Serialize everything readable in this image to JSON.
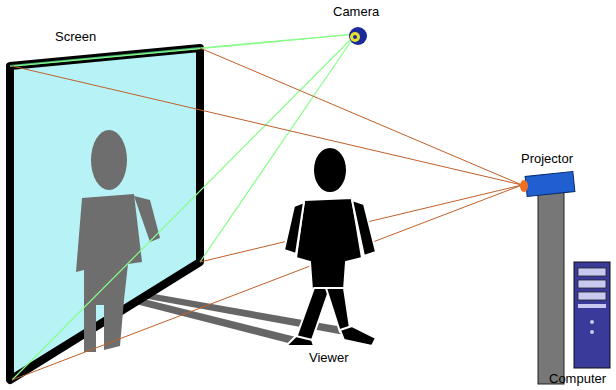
{
  "diagram": {
    "labels": [
      "Screen",
      "Camera",
      "Projector",
      "Viewer",
      "Computer"
    ]
  }
}
